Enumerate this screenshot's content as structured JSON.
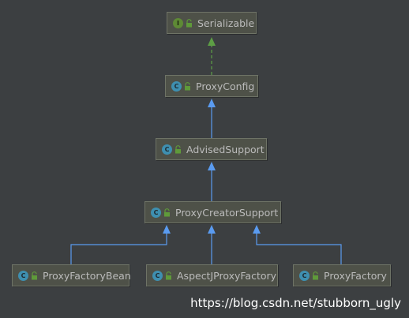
{
  "nodes": {
    "serializable": {
      "label": "Serializable",
      "kind_glyph": "I",
      "icon": "interface-icon"
    },
    "proxy_config": {
      "label": "ProxyConfig",
      "kind_glyph": "C",
      "icon": "class-icon"
    },
    "advised_support": {
      "label": "AdvisedSupport",
      "kind_glyph": "C",
      "icon": "class-icon"
    },
    "proxy_creator_support": {
      "label": "ProxyCreatorSupport",
      "kind_glyph": "C",
      "icon": "class-icon"
    },
    "proxy_factory_bean": {
      "label": "ProxyFactoryBean",
      "kind_glyph": "C",
      "icon": "class-icon"
    },
    "aspectj_proxy_factory": {
      "label": "AspectJProxyFactory",
      "kind_glyph": "C",
      "icon": "class-icon"
    },
    "proxy_factory": {
      "label": "ProxyFactory",
      "kind_glyph": "C",
      "icon": "class-icon"
    }
  },
  "edges": [
    {
      "from": "proxy_config",
      "to": "serializable",
      "type": "implements"
    },
    {
      "from": "advised_support",
      "to": "proxy_config",
      "type": "extends"
    },
    {
      "from": "proxy_creator_support",
      "to": "advised_support",
      "type": "extends"
    },
    {
      "from": "proxy_factory_bean",
      "to": "proxy_creator_support",
      "type": "extends"
    },
    {
      "from": "aspectj_proxy_factory",
      "to": "proxy_creator_support",
      "type": "extends"
    },
    {
      "from": "proxy_factory",
      "to": "proxy_creator_support",
      "type": "extends"
    }
  ],
  "colors": {
    "background": "#3c3f41",
    "extends_edge": "#5a9bf0",
    "implements_edge": "#5d9e45",
    "lock_icon": "#5f9a3a"
  },
  "watermark": "https://blog.csdn.net/stubborn_ugly"
}
